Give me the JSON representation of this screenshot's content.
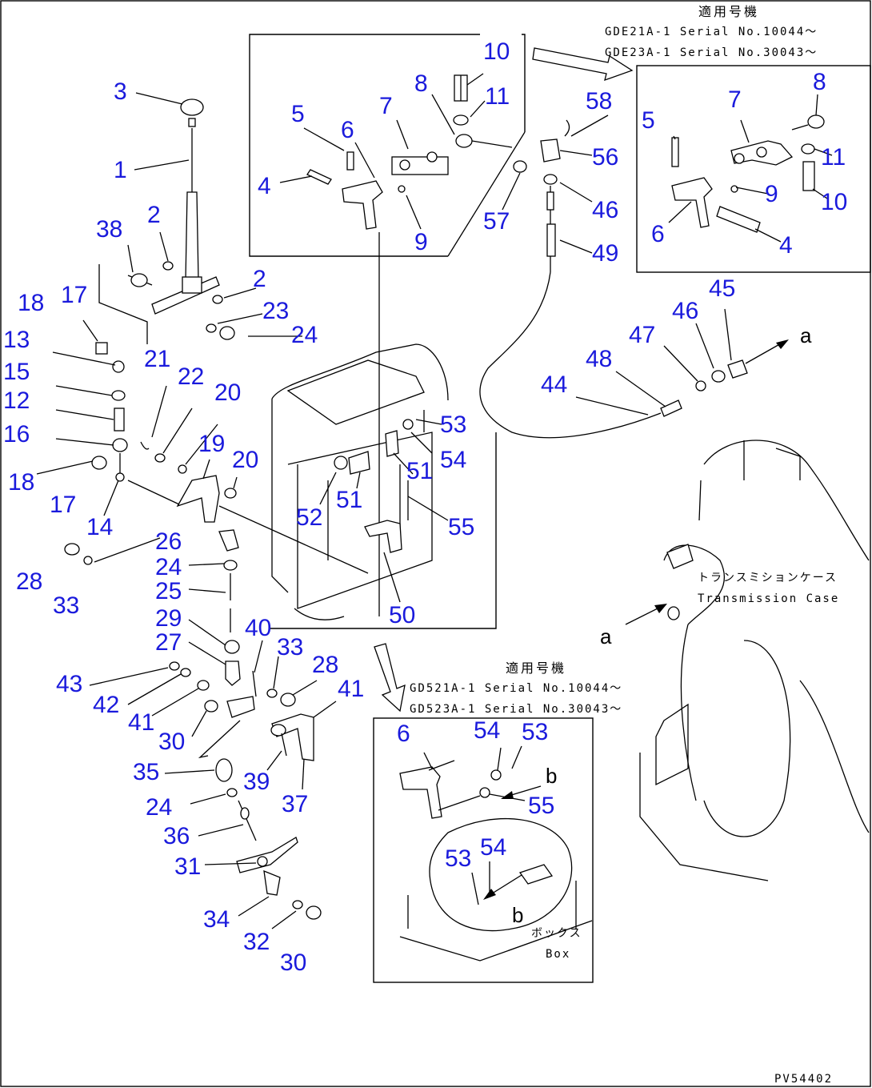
{
  "top_right_inset": {
    "heading": "適用号機",
    "serial_1": "GDE21A-1 Serial No.10044～",
    "serial_2": "GDE23A-1 Serial No.30043～"
  },
  "bottom_inset": {
    "heading": "適用号機",
    "serial_1": "GD521A-1 Serial No.10044～",
    "serial_2": "GD523A-1 Serial No.30043～",
    "box_jp": "ボックス",
    "box_en": "Box"
  },
  "transmission_case": {
    "jp": "トランスミションケース",
    "en": "Transmission Case"
  },
  "view_letters": {
    "a1": "a",
    "a2": "a",
    "b1": "b",
    "b2": "b"
  },
  "drawing_number": "PV54402",
  "callouts": {
    "c3": "3",
    "c1": "1",
    "c2a": "2",
    "c38": "38",
    "c2b": "2",
    "c23": "23",
    "c24a": "24",
    "c5": "5",
    "c6": "6",
    "c4": "4",
    "c7": "7",
    "c8": "8",
    "c10": "10",
    "c11": "11",
    "c9": "9",
    "c57": "57",
    "c58": "58",
    "c56": "56",
    "c46a": "46",
    "c49": "49",
    "r8": "8",
    "r7": "7",
    "r5": "5",
    "r11": "11",
    "r9": "9",
    "r10": "10",
    "r6": "6",
    "r4": "4",
    "c45": "45",
    "c46b": "46",
    "c47": "47",
    "c48": "48",
    "c44": "44",
    "c18a": "18",
    "c17a": "17",
    "c13": "13",
    "c21": "21",
    "c15": "15",
    "c22": "22",
    "c20a": "20",
    "c12": "12",
    "c16": "16",
    "c19": "19",
    "c20b": "20",
    "c18b": "18",
    "c17b": "17",
    "c14": "14",
    "c26": "26",
    "c28a": "28",
    "c33a": "33",
    "c24b": "24",
    "c25": "25",
    "c29": "29",
    "c27": "27",
    "c40": "40",
    "c33b": "33",
    "c28b": "28",
    "c43": "43",
    "c42": "42",
    "c41a": "41",
    "c41b": "41",
    "c30a": "30",
    "c35": "35",
    "c39": "39",
    "c37": "37",
    "c24c": "24",
    "c36": "36",
    "c31": "31",
    "c34": "34",
    "c32": "32",
    "c30b": "30",
    "c53a": "53",
    "c54a": "54",
    "c51a": "51",
    "c52": "52",
    "c51b": "51",
    "c55a": "55",
    "c50": "50",
    "b6": "6",
    "b54a": "54",
    "b53a": "53",
    "b55": "55",
    "b53b": "53",
    "b54b": "54"
  }
}
